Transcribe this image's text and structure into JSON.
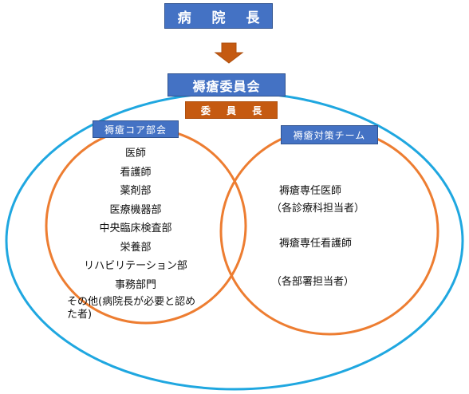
{
  "director": {
    "label": "病 院 長"
  },
  "committee": {
    "label": "褥瘡委員会"
  },
  "chair": {
    "label": "委 員 長"
  },
  "core": {
    "label": "褥瘡コア部会",
    "members": [
      "医師",
      "看護師",
      "薬剤部",
      "医療機器部",
      "中央臨床検査部",
      "栄養部",
      "リハビリテーション部",
      "事務部門",
      "その他(病院長が必要と認めた者)"
    ]
  },
  "team": {
    "label": "褥瘡対策チーム",
    "members": [
      "褥瘡専任医師",
      "（各診療科担当者）",
      "褥瘡専任看護師",
      "（各部署担当者）"
    ]
  },
  "colors": {
    "box_blue": "#4472c4",
    "chair_orange": "#c55a11",
    "arrow_orange": "#c55a11",
    "outer_ellipse": "#1fa7e0",
    "inner_circles": "#ed7d31"
  }
}
